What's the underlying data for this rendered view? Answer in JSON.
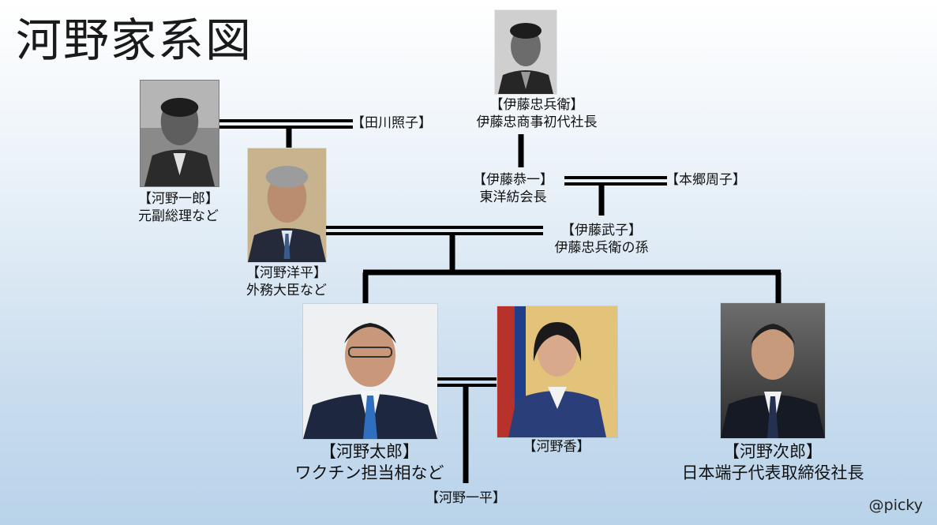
{
  "title": "河野家系図",
  "credit": "@picky",
  "people": {
    "ichiro": {
      "name": "【河野一郎】",
      "role": "元副総理など"
    },
    "yohei": {
      "name": "【河野洋平】",
      "role": "外務大臣など"
    },
    "tagawa": {
      "name": "【田川照子】"
    },
    "chubei": {
      "name": "【伊藤忠兵衛】",
      "role": "伊藤忠商事初代社長"
    },
    "kyoichi": {
      "name": "【伊藤恭一】",
      "role": "東洋紡会長"
    },
    "hongo": {
      "name": "【本郷周子】"
    },
    "takeko": {
      "name": "【伊藤武子】",
      "role": "伊藤忠兵衛の孫"
    },
    "taro": {
      "name": "【河野太郎】",
      "role": "ワクチン担当相など"
    },
    "kaori": {
      "name": "【河野香】"
    },
    "jiro": {
      "name": "【河野次郎】",
      "role": "日本端子代表取締役社長"
    },
    "ippei": {
      "name": "【河野一平】"
    }
  }
}
